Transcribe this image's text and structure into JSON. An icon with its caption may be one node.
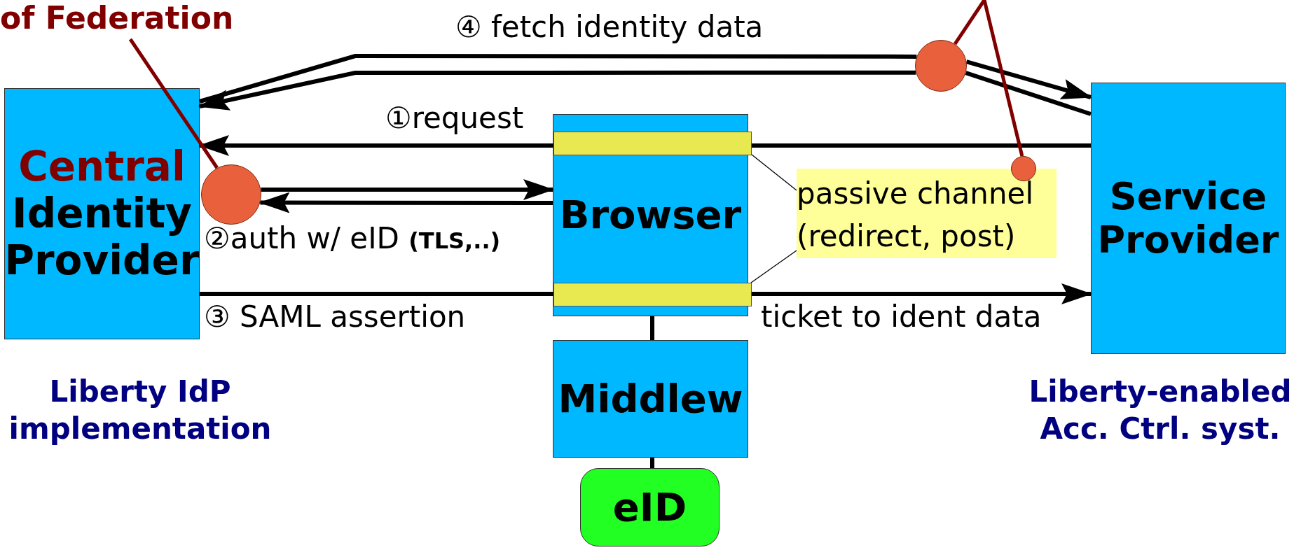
{
  "diagram": {
    "nodes": [
      {
        "text": [
          "Central",
          "Identity Provider"
        ],
        "beside": [
          "Liberty IdP implementation"
        ]
      },
      {
        "text": [
          "Browser"
        ]
      },
      {
        "text": [],
        "shape": "bar",
        "in": 1
      },
      {
        "text": [],
        "shape": "bar",
        "in": 1
      },
      {
        "text": [
          "Middlew"
        ]
      },
      {
        "text": [
          "eID"
        ]
      },
      {
        "text": [
          "Service Provider"
        ],
        "beside": [
          "Liberty-enabled Acc. Ctrl. syst."
        ]
      },
      {
        "text": [
          "of Federation"
        ]
      },
      {
        "text": [],
        "shape": "circle"
      },
      {
        "text": [],
        "shape": "circle"
      },
      {
        "text": [],
        "shape": "circle"
      },
      {
        "text": [
          "passive channel (redirect, post)"
        ]
      }
    ],
    "edges": [
      {
        "from": 0,
        "to": 9,
        "arrow": "none",
        "label": "④ fetch identity data"
      },
      {
        "from": 9,
        "to": 6,
        "arrow": "to"
      },
      {
        "from": 6,
        "to": 9,
        "arrow": "none"
      },
      {
        "from": 9,
        "to": 0,
        "arrow": "to"
      },
      {
        "from": 6,
        "to": 2,
        "arrow": "none"
      },
      {
        "from": 2,
        "to": 0,
        "arrow": "to",
        "label": "①request"
      },
      {
        "from": 8,
        "to": 1,
        "arrow": "to",
        "label": "②auth w/ eID **(TLS,..)**"
      },
      {
        "from": 1,
        "to": 8,
        "arrow": "to"
      },
      {
        "from": 0,
        "to": 3,
        "arrow": "none",
        "label": "③ SAML assertion"
      },
      {
        "from": 3,
        "to": 6,
        "arrow": "to",
        "label": "ticket to ident data"
      },
      {
        "from": 1,
        "to": 4,
        "arrow": "none"
      },
      {
        "from": 4,
        "to": 5,
        "arrow": "none"
      },
      {
        "from": 7,
        "to": 8,
        "arrow": "none",
        "color": "#800000"
      },
      {
        "from": null,
        "to": 9,
        "arrow": "none",
        "color": "#800000"
      },
      {
        "from": null,
        "to": 10,
        "arrow": "none",
        "color": "#800000"
      },
      {
        "from": 11,
        "to": 2,
        "arrow": "none"
      },
      {
        "from": 11,
        "to": 3,
        "arrow": "none"
      }
    ]
  }
}
